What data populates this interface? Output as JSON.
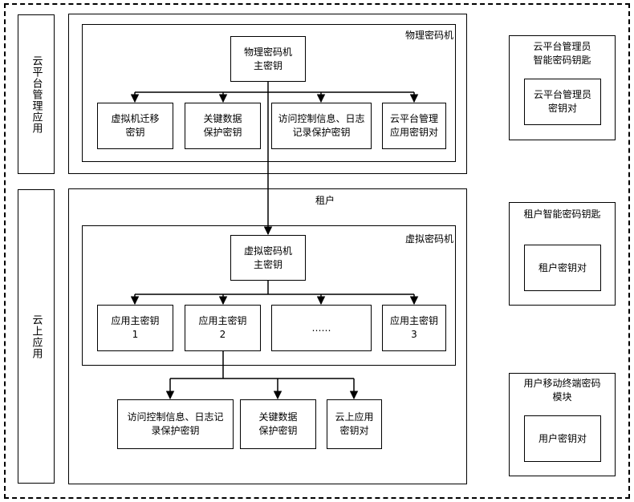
{
  "sidebar": {
    "cloud_mgmt_app": "云平台管理应用",
    "cloud_app": "云上应用"
  },
  "physical": {
    "title": "物理密码机",
    "master_key": "物理密码机\n主密钥",
    "children": [
      "虚拟机迁移\n密钥",
      "关键数据\n保护密钥",
      "访问控制信息、日志\n记录保护密钥",
      "云平台管理\n应用密钥对"
    ]
  },
  "tenant": {
    "title": "租户",
    "virtual": {
      "title": "虚拟密码机",
      "master_key": "虚拟密码机\n主密钥",
      "app_keys": [
        "应用主密钥\n1",
        "应用主密钥\n2",
        "……",
        "应用主密钥\n3"
      ]
    },
    "derived": [
      "访问控制信息、日志记\n录保护密钥",
      "关键数据\n保护密钥",
      "云上应用\n密钥对"
    ]
  },
  "right_panels": [
    {
      "title": "云平台管理员\n智能密码钥匙",
      "inner": "云平台管理员\n密钥对"
    },
    {
      "title": "租户智能密码钥匙",
      "inner": "租户密钥对"
    },
    {
      "title": "用户移动终端密码\n模块",
      "inner": "用户密钥对"
    }
  ]
}
